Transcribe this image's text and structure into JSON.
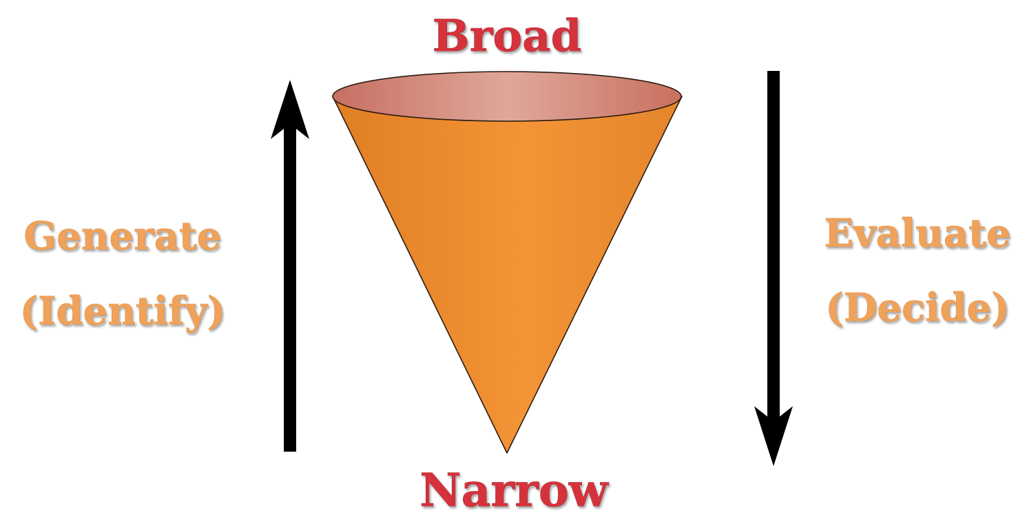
{
  "labels": {
    "top": "Broad",
    "bottom": "Narrow",
    "left_line1": "Generate",
    "left_line2": "(Identify)",
    "right_line1": "Evaluate",
    "right_line2": "(Decide)"
  },
  "colors": {
    "accent_red": "#d6303a",
    "label_orange": "#f0a25a",
    "cone_orange": "#f0902e",
    "cone_rim": "#d99a8c",
    "arrow": "#000000"
  },
  "icons": {
    "left_arrow": "arrow-up-icon",
    "right_arrow": "arrow-down-icon",
    "shape": "funnel-cone"
  }
}
